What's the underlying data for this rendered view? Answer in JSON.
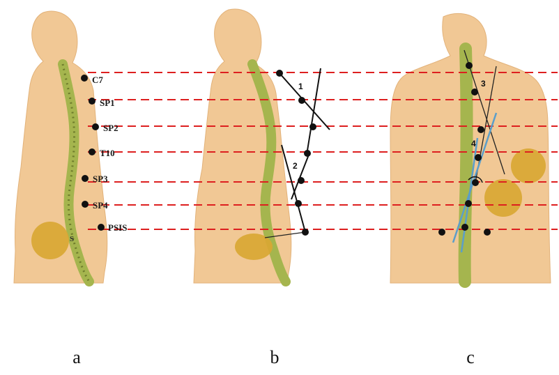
{
  "colors": {
    "skin": "#f1c895",
    "skin_dark": "#e2b27a",
    "spine": "#a5b54e",
    "spine_dark": "#6f7c2c",
    "pelvis_disc": "#d9a733",
    "dashed_line": "#dd1f1f",
    "marker": "#111111",
    "blue_line": "#5b9ec9"
  },
  "panels": [
    {
      "id": "a",
      "caption": "a",
      "landmarks": [
        "C7",
        "SP1",
        "SP2",
        "T10",
        "SP3",
        "SP4",
        "PSIS"
      ],
      "extra_label": "S"
    },
    {
      "id": "b",
      "caption": "b",
      "segment_labels": [
        "1",
        "2"
      ]
    },
    {
      "id": "c",
      "caption": "c",
      "segment_labels": [
        "3",
        "4"
      ]
    }
  ]
}
